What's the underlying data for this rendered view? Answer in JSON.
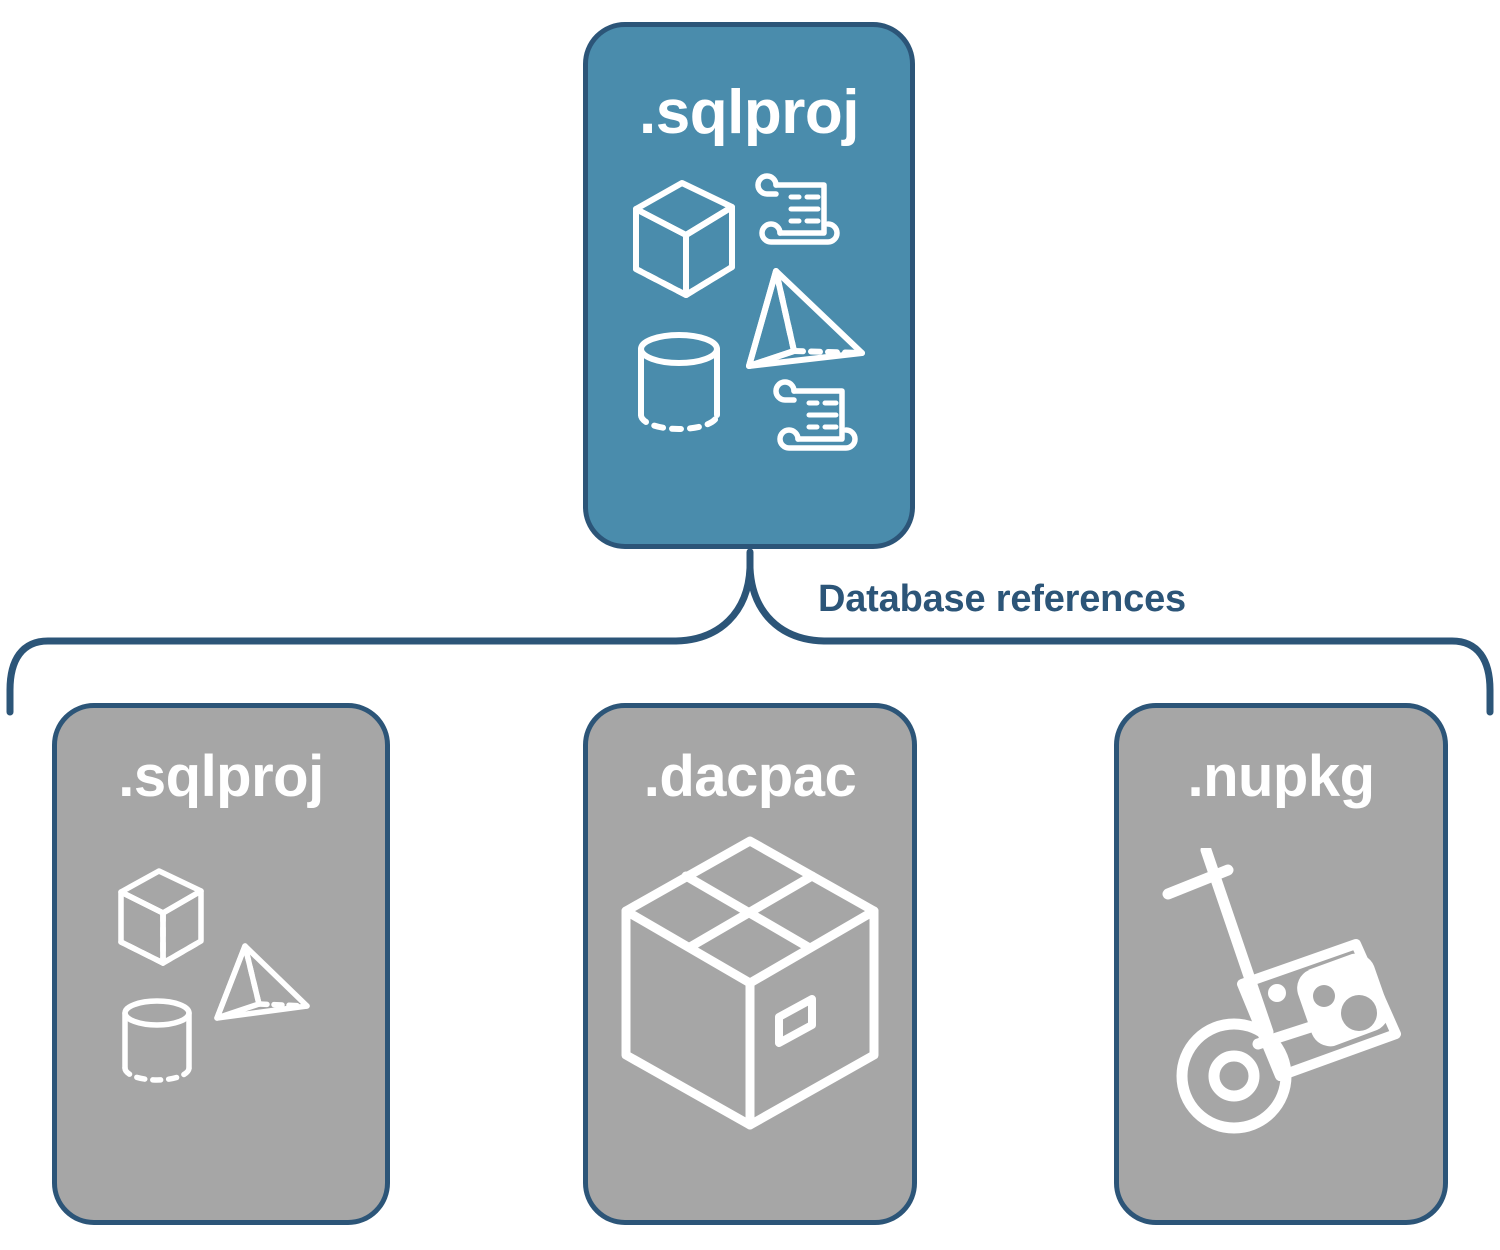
{
  "diagram": {
    "title": "Database references",
    "colors": {
      "accent_teal": "#4a8cac",
      "neutral_gray": "#a6a6a6",
      "outline_navy": "#2c5578",
      "glyph_white": "#ffffff",
      "background": "#ffffff"
    }
  },
  "root_node": {
    "label": ".sqlproj",
    "fill": "#4a8cac",
    "icons": [
      "cube-wireframe-icon",
      "pyramid-wireframe-icon",
      "cylinder-wireframe-icon",
      "scroll-script-icon",
      "scroll-script-icon"
    ]
  },
  "connector": {
    "label": "Database references",
    "style": "curly-brace",
    "color": "#2c5578"
  },
  "reference_nodes": [
    {
      "label": ".sqlproj",
      "fill": "#a6a6a6",
      "icons": [
        "cube-wireframe-icon",
        "pyramid-wireframe-icon",
        "cylinder-wireframe-icon"
      ]
    },
    {
      "label": ".dacpac",
      "fill": "#a6a6a6",
      "icons": [
        "shipping-box-icon"
      ]
    },
    {
      "label": ".nupkg",
      "fill": "#a6a6a6",
      "icons": [
        "hand-truck-package-icon"
      ]
    }
  ]
}
